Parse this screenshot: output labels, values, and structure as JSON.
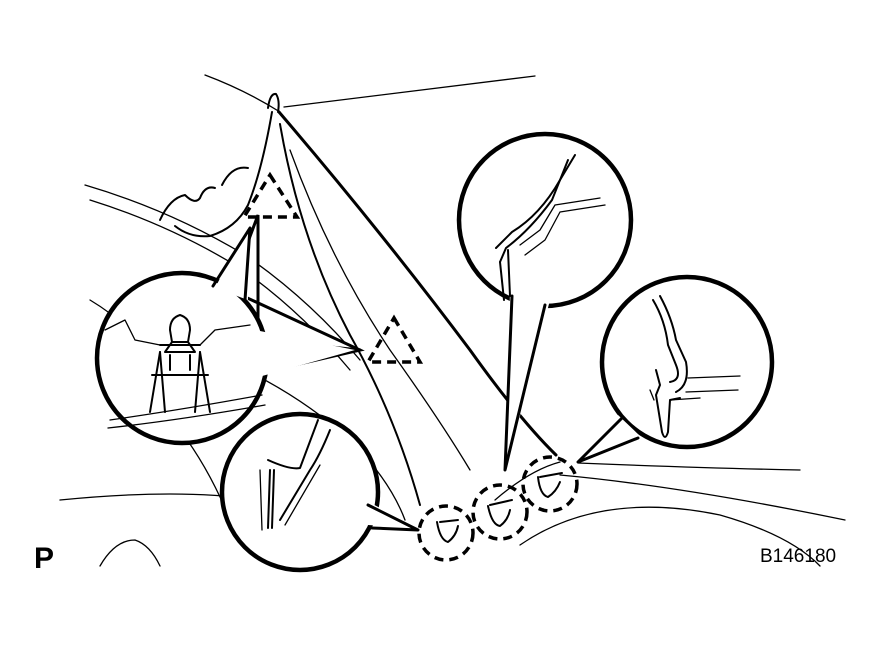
{
  "diagram": {
    "view_label": "P",
    "figure_id": "B146180",
    "callouts": [
      "clip-detail-top-left",
      "claw-detail-bottom-left",
      "claw-detail-top-center",
      "claw-detail-right"
    ],
    "markers": [
      "clip-location-triangle-upper",
      "clip-location-triangle-lower",
      "claw-location-circle-1",
      "claw-location-circle-2",
      "claw-location-circle-3"
    ],
    "colors": {
      "line": "#000000",
      "background": "#ffffff"
    }
  }
}
